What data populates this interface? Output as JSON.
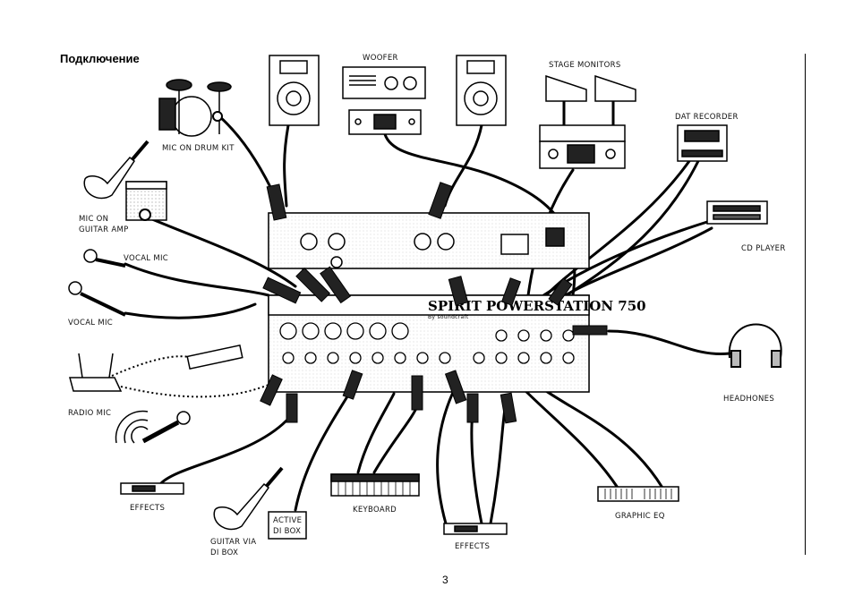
{
  "page": {
    "title": "Подключение",
    "page_number": "3"
  },
  "labels": {
    "woofer": "WOOFER",
    "stage_monitors": "STAGE MONITORS",
    "dat_recorder": "DAT RECORDER",
    "cd_player": "CD PLAYER",
    "mic_on_drum_kit": "MIC ON DRUM KIT",
    "mic_on_guitar_amp_1": "MIC ON",
    "mic_on_guitar_amp_2": "GUITAR AMP",
    "vocal_mic_1": "VOCAL MIC",
    "vocal_mic_2": "VOCAL MIC",
    "radio_mic": "RADIO MIC",
    "headphones": "HEADHONES",
    "effects_1": "EFFECTS",
    "effects_2": "EFFECTS",
    "keyboard": "KEYBOARD",
    "graphic_eq": "GRAPHIC EQ",
    "active_di_box_1": "ACTIVE",
    "active_di_box_2": "DI BOX",
    "guitar_via_di_1": "GUITAR VIA",
    "guitar_via_di_2": "DI BOX",
    "mixer_brand": "SPIRIT POWERSTATION 750",
    "mixer_brand_sub": "By soundcraft"
  },
  "colors": {
    "ink": "#000000",
    "panel": "#f2f2f2",
    "background": "#ffffff"
  }
}
